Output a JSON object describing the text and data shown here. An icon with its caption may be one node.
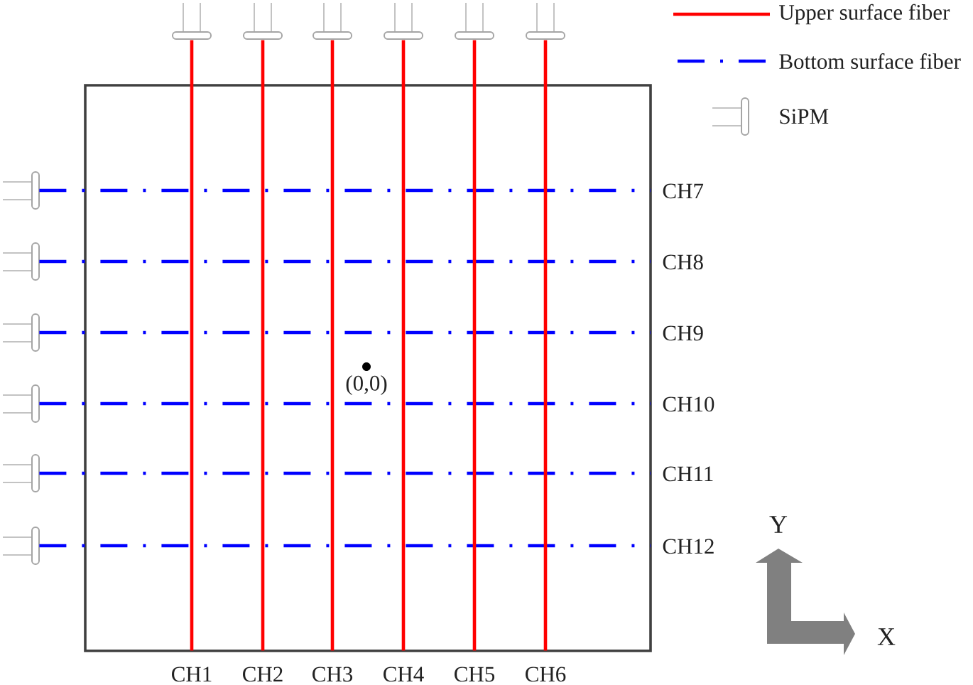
{
  "diagram": {
    "nodes": [
      {
        "text": [],
        "shape": "picture"
      },
      {
        "text": [],
        "shape": "picture"
      },
      {
        "text": [],
        "shape": "picture"
      },
      {
        "text": [],
        "shape": "picture"
      },
      {
        "text": [],
        "shape": "picture"
      },
      {
        "text": [],
        "shape": "picture"
      },
      {
        "text": [],
        "shape": "picture"
      },
      {
        "text": [
          "CH7"
        ]
      },
      {
        "text": [],
        "shape": "picture"
      },
      {
        "text": [
          "CH8"
        ]
      },
      {
        "text": [],
        "shape": "picture"
      },
      {
        "text": [
          "CH9"
        ]
      },
      {
        "text": [],
        "shape": "picture"
      },
      {
        "text": [
          "CH10"
        ]
      },
      {
        "text": [],
        "shape": "picture"
      },
      {
        "text": [
          "CH11"
        ]
      },
      {
        "text": [],
        "shape": "picture"
      },
      {
        "text": [
          "CH12"
        ]
      },
      {
        "text": [
          "CH1"
        ]
      },
      {
        "text": [
          "CH2"
        ]
      },
      {
        "text": [
          "CH3"
        ]
      },
      {
        "text": [
          "CH4"
        ]
      },
      {
        "text": [
          "CH5"
        ]
      },
      {
        "text": [
          "CH6"
        ]
      }
    ],
    "edges": [
      {
        "from": 0,
        "to": 18,
        "arrow": "none",
        "color": "#ff0000"
      },
      {
        "from": 1,
        "to": 19,
        "arrow": "none",
        "color": "#ff0000"
      },
      {
        "from": 2,
        "to": 20,
        "arrow": "none",
        "color": "#ff0000"
      },
      {
        "from": 3,
        "to": 21,
        "arrow": "none",
        "color": "#ff0000"
      },
      {
        "from": 4,
        "to": 22,
        "arrow": "none",
        "color": "#ff0000"
      },
      {
        "from": 5,
        "to": 23,
        "arrow": "none",
        "color": "#ff0000"
      },
      {
        "from": 6,
        "to": 7,
        "arrow": "none",
        "style": "dashed",
        "color": "#0000ff"
      },
      {
        "from": 8,
        "to": 9,
        "arrow": "none",
        "style": "dashed",
        "color": "#0000ff"
      },
      {
        "from": 10,
        "to": 11,
        "arrow": "none",
        "style": "dashed",
        "color": "#0000ff"
      },
      {
        "from": 12,
        "to": 13,
        "arrow": "none",
        "style": "dashed",
        "color": "#0000ff"
      },
      {
        "from": 14,
        "to": 15,
        "arrow": "none",
        "style": "dashed",
        "color": "#0000ff"
      },
      {
        "from": 16,
        "to": 17,
        "arrow": "none",
        "style": "dashed",
        "color": "#0000ff"
      }
    ],
    "labels": [
      "(0,0)",
      "Y",
      "X"
    ],
    "legend": [
      {
        "text": "Upper surface fiber"
      },
      {
        "text": "Bottom surface fiber"
      },
      {
        "text": "SiPM"
      }
    ]
  }
}
